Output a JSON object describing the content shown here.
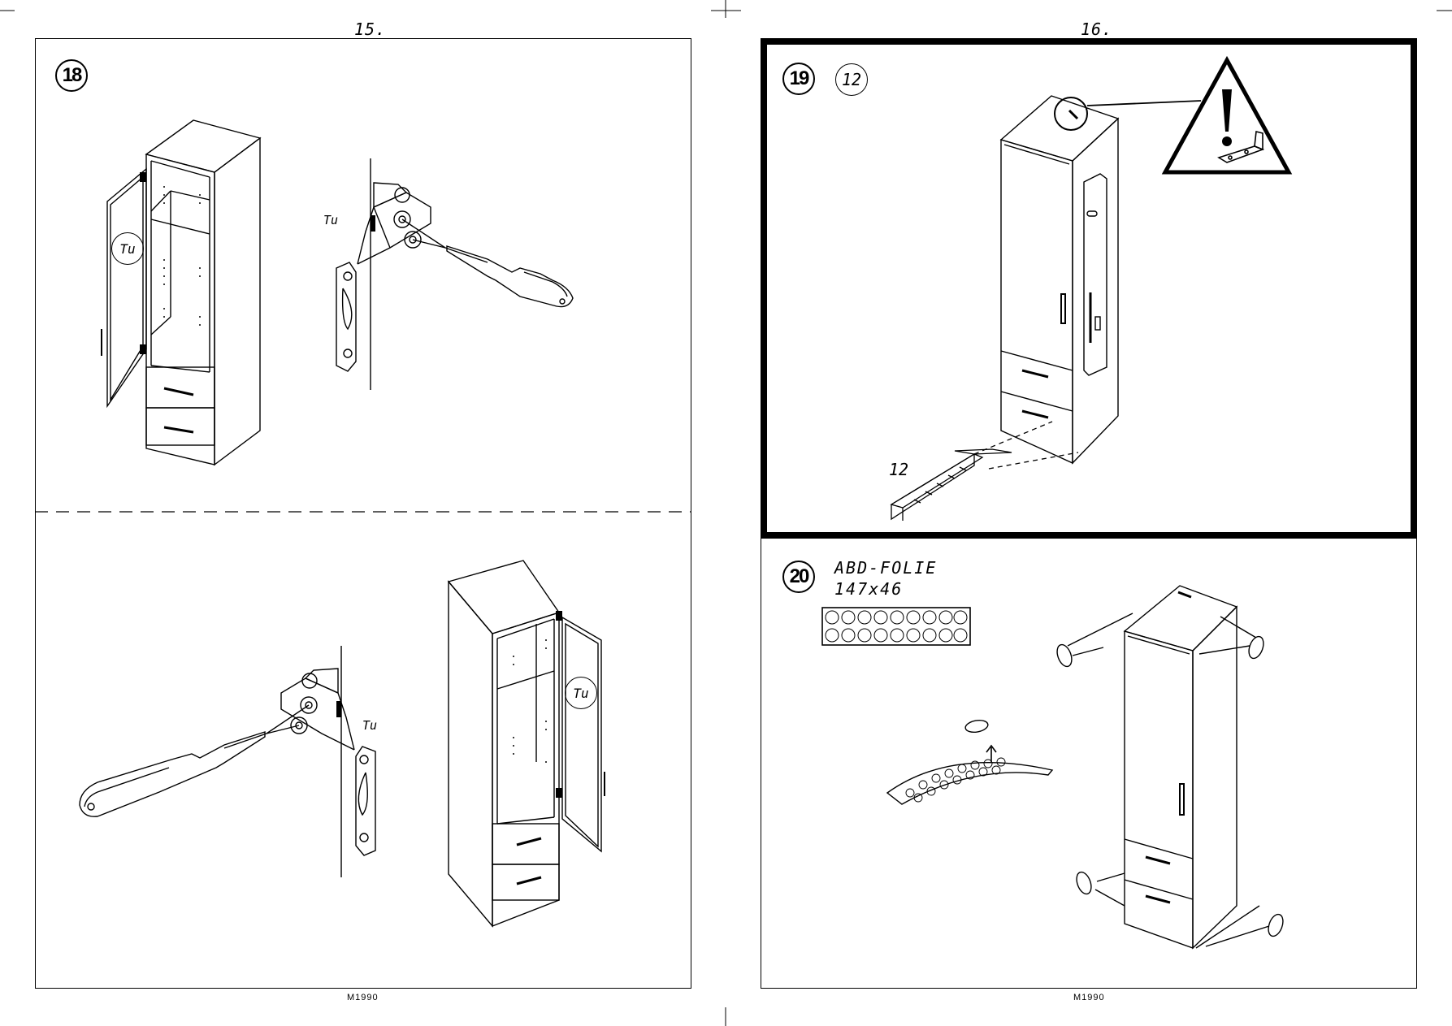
{
  "pages": [
    {
      "number": "15.",
      "footer": "M1990"
    },
    {
      "number": "16.",
      "footer": "M1990"
    }
  ],
  "steps": {
    "step18": {
      "number": "18",
      "door_label_top": "Tu",
      "hinge_label_top": "Tu",
      "door_label_bottom": "Tu",
      "hinge_label_bottom": "Tu"
    },
    "step19": {
      "number": "19",
      "quantity": "12",
      "pads_count_label": "12"
    },
    "step20": {
      "number": "20",
      "material_name": "ABD-FOLIE",
      "material_size": "147x46"
    }
  },
  "icons": {
    "warning": "warning-triangle-icon",
    "screwdriver": "screwdriver-icon",
    "hinge": "hinge-icon",
    "wall-bracket": "wall-bracket-icon",
    "bumper-pad": "bumper-pad-icon"
  }
}
